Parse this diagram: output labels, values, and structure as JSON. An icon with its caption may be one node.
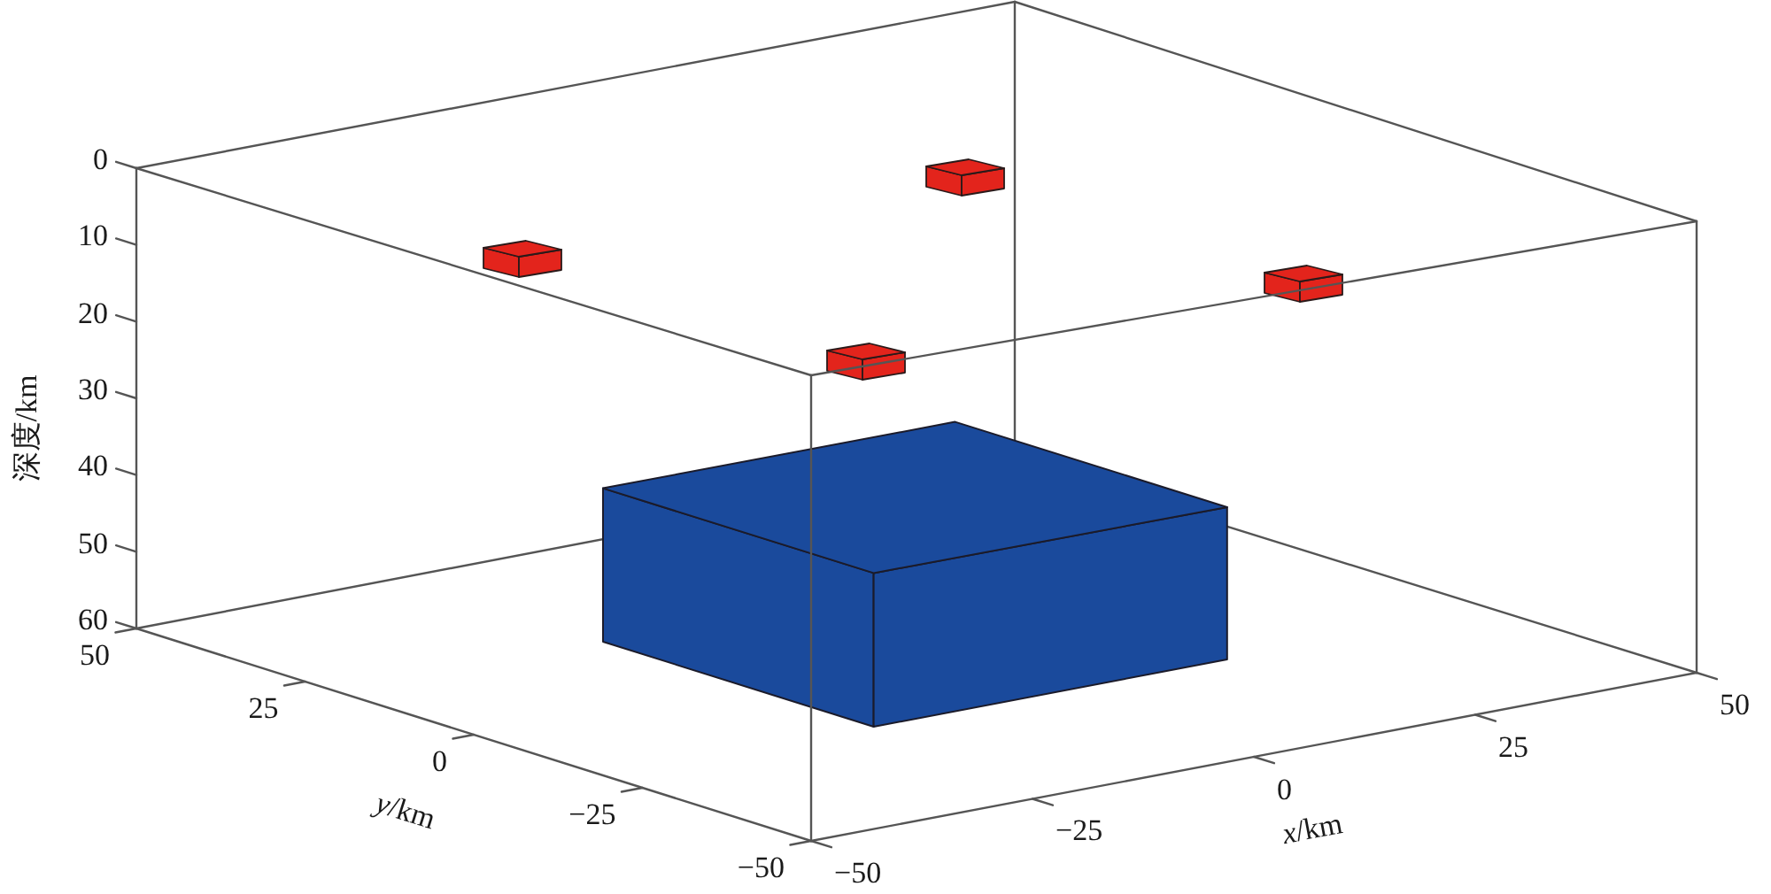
{
  "diagram": {
    "labels": [
      "0",
      "10",
      "20",
      "30",
      "40",
      "50",
      "60",
      "深度/km",
      "50",
      "25",
      "0",
      "−25",
      "−50",
      "*y*/km",
      "−50",
      "−25",
      "0",
      "25",
      "50",
      "*x*/km"
    ]
  }
}
